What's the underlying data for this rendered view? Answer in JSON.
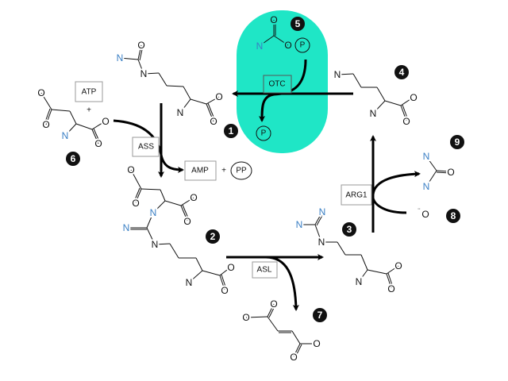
{
  "colors": {
    "compartment": "#1fe6c6",
    "nitrogen": "#3a7fc4"
  },
  "enzymes": {
    "ass": "ASS",
    "otc": "OTC",
    "asl": "ASL",
    "arg1": "ARG1"
  },
  "cofactors": {
    "atp": "ATP",
    "plus1": "+",
    "amp": "AMP",
    "plus2": "+",
    "pp": "PP",
    "p_in": "P",
    "p_out": "P"
  },
  "numbers": [
    "1",
    "2",
    "3",
    "4",
    "5",
    "6",
    "7",
    "8",
    "9"
  ],
  "molecules": {
    "m1": {
      "atoms": [
        "N",
        "O",
        "N",
        "N",
        "O",
        "O"
      ]
    },
    "m2": {
      "atoms": [
        "O",
        "O",
        "N",
        "O",
        "O",
        "N",
        "N",
        "N",
        "O",
        "O"
      ]
    },
    "m3": {
      "atoms": [
        "N",
        "N",
        "N",
        "N",
        "O",
        "O"
      ]
    },
    "m4": {
      "atoms": [
        "N",
        "N",
        "O",
        "O"
      ]
    },
    "m5": {
      "atoms": [
        "O",
        "N",
        "O"
      ]
    },
    "m6": {
      "atoms": [
        "O",
        "O",
        "N",
        "O",
        "O"
      ]
    },
    "m7": {
      "atoms": [
        "O",
        "O",
        "O",
        "O"
      ]
    },
    "m8": {
      "atoms": [
        "O",
        "¨"
      ]
    },
    "m9": {
      "atoms": [
        "N",
        "O",
        "N"
      ]
    }
  }
}
